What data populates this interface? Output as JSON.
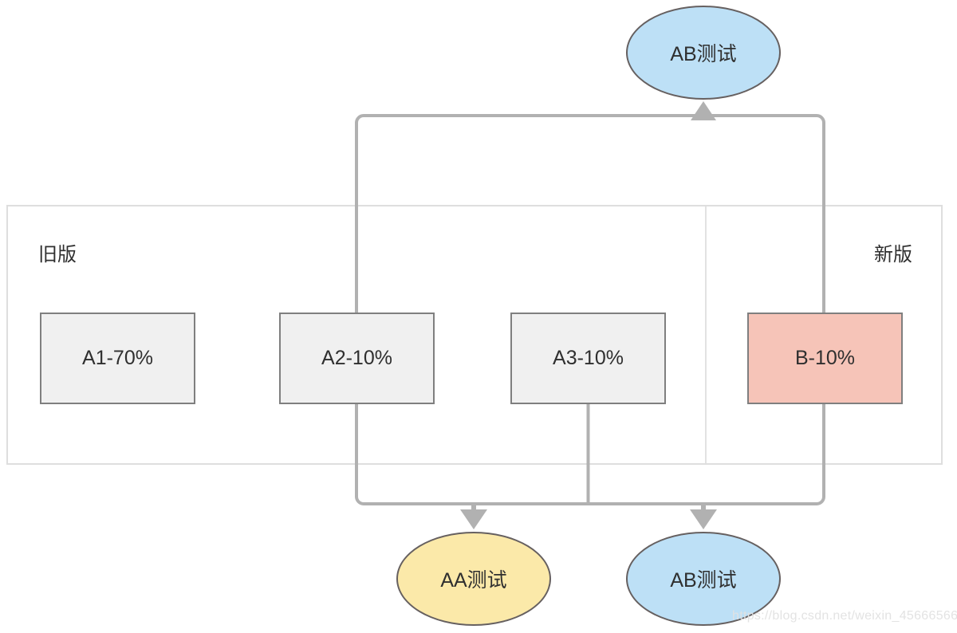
{
  "diagram": {
    "top_node": {
      "label": "AB测试"
    },
    "sections": [
      {
        "label": "旧版"
      },
      {
        "label": "新版"
      }
    ],
    "boxes": [
      {
        "id": "A1",
        "label": "A1-70%"
      },
      {
        "id": "A2",
        "label": "A2-10%"
      },
      {
        "id": "A3",
        "label": "A3-10%"
      },
      {
        "id": "B",
        "label": "B-10%"
      }
    ],
    "bottom_nodes": [
      {
        "label": "AA测试"
      },
      {
        "label": "AB测试"
      }
    ]
  },
  "colors": {
    "node_blue": "#bde0f6",
    "node_yellow": "#fbe9a9",
    "node_pink": "#f6c4b8",
    "node_gray": "#f0f0f0",
    "box_border": "#7f7f7f",
    "ellipse_border": "#666060",
    "connector": "#b1b1b1",
    "container_border": "#dedede",
    "text": "#2f2f2f",
    "watermark": "#e1e1e1"
  },
  "watermark": {
    "text": "https://blog.csdn.net/weixin_45666566"
  }
}
